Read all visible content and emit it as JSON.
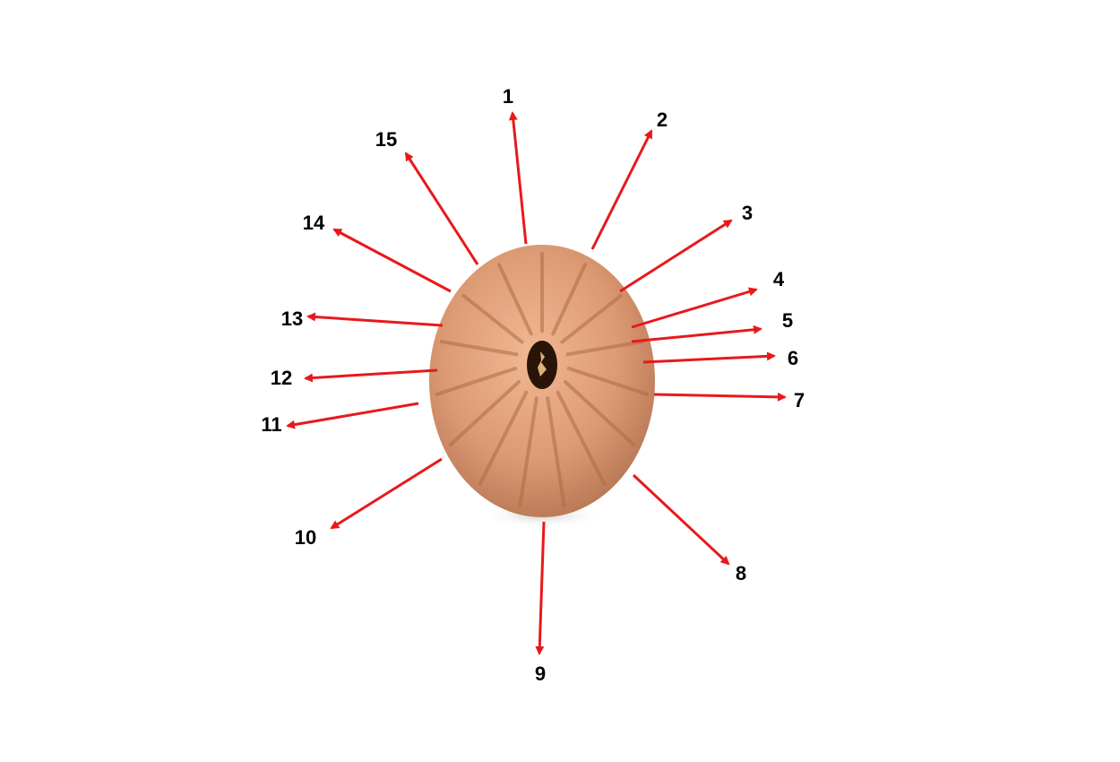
{
  "diagram": {
    "subject": "bead",
    "labels": [
      "1",
      "2",
      "3",
      "4",
      "5",
      "6",
      "7",
      "8",
      "9",
      "10",
      "11",
      "12",
      "13",
      "14",
      "15"
    ],
    "colors": {
      "arrow": "#e8191b",
      "bead": "#dc9a74",
      "bead_dark": "#b06a45",
      "hole": "#2a1408",
      "text": "#000000"
    }
  }
}
